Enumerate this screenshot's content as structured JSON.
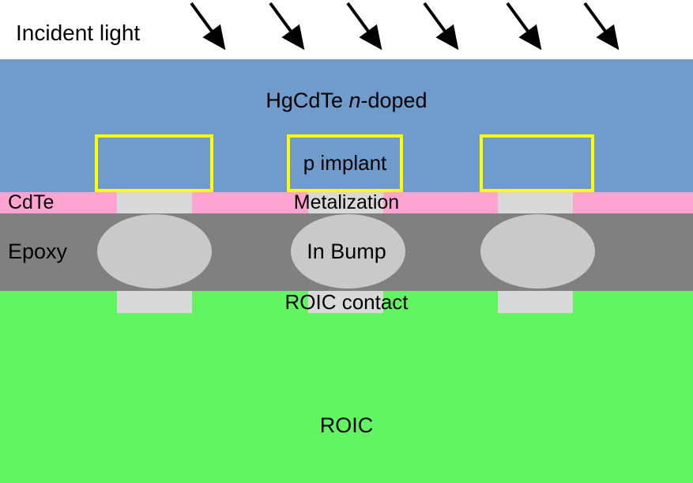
{
  "labels": {
    "incident_light": "Incident light",
    "hgcdte_prefix": "HgCdTe ",
    "hgcdte_italic": "n",
    "hgcdte_suffix": "-doped",
    "p_implant": "p implant",
    "cdte": "CdTe",
    "metalization": "Metalization",
    "epoxy": "Epoxy",
    "in_bump": "In Bump",
    "roic_contact": "ROIC contact",
    "roic": "ROIC"
  },
  "colors": {
    "hgcdte_blue": "#6f9bcd",
    "cdte_pink": "#ffa3d1",
    "epoxy_gray": "#808080",
    "indium_bump_gray": "#c9c9c9",
    "contact_light_gray": "#d9d9d9",
    "roic_green": "#61f661",
    "p_implant_outline_yellow": "#ffff00",
    "arrow_black": "#000000"
  },
  "arrows": {
    "count": 6,
    "direction": "down-right"
  }
}
